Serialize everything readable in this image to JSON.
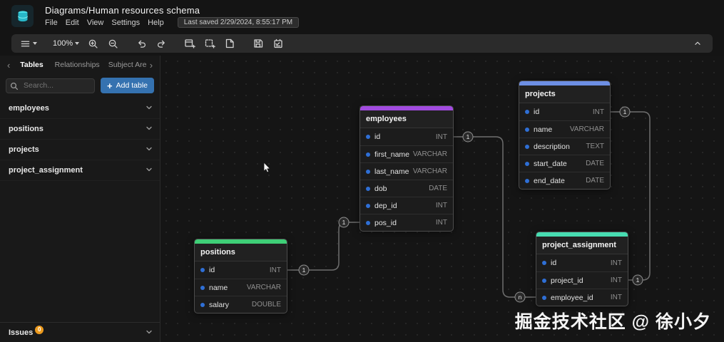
{
  "header": {
    "title": "Diagrams/Human resources schema",
    "menus": [
      "File",
      "Edit",
      "View",
      "Settings",
      "Help"
    ],
    "last_saved": "Last saved 2/29/2024, 8:55:17 PM"
  },
  "toolbar": {
    "zoom_level": "100%"
  },
  "sidebar": {
    "tabs": [
      "Tables",
      "Relationships",
      "Subject Are"
    ],
    "active_tab": "Tables",
    "search_placeholder": "Search...",
    "add_table_label": "Add table",
    "add_table_color": "#3572b0",
    "tables": [
      "employees",
      "positions",
      "projects",
      "project_assignment"
    ],
    "issues": {
      "label": "Issues",
      "count": "0",
      "badge_color": "#ec9a1e"
    }
  },
  "canvas": {
    "watermark": "掘金技术社区 @ 徐小夕",
    "tables": [
      {
        "name": "employees",
        "accent": "#a24be0",
        "fields": [
          {
            "name": "id",
            "type": "INT"
          },
          {
            "name": "first_name",
            "type": "VARCHAR"
          },
          {
            "name": "last_name",
            "type": "VARCHAR"
          },
          {
            "name": "dob",
            "type": "DATE"
          },
          {
            "name": "dep_id",
            "type": "INT"
          },
          {
            "name": "pos_id",
            "type": "INT"
          }
        ]
      },
      {
        "name": "projects",
        "accent": "#6d8fe4",
        "fields": [
          {
            "name": "id",
            "type": "INT"
          },
          {
            "name": "name",
            "type": "VARCHAR"
          },
          {
            "name": "description",
            "type": "TEXT"
          },
          {
            "name": "start_date",
            "type": "DATE"
          },
          {
            "name": "end_date",
            "type": "DATE"
          }
        ]
      },
      {
        "name": "positions",
        "accent": "#3fcf77",
        "fields": [
          {
            "name": "id",
            "type": "INT"
          },
          {
            "name": "name",
            "type": "VARCHAR"
          },
          {
            "name": "salary",
            "type": "DOUBLE"
          }
        ]
      },
      {
        "name": "project_assignment",
        "accent": "#47dcb1",
        "fields": [
          {
            "name": "id",
            "type": "INT"
          },
          {
            "name": "project_id",
            "type": "INT"
          },
          {
            "name": "employee_id",
            "type": "INT"
          }
        ]
      }
    ],
    "relationships": [
      {
        "from": "positions.id",
        "to": "employees.pos_id",
        "from_cardinality": "1",
        "to_cardinality": "1"
      },
      {
        "from": "employees.id",
        "to": "project_assignment.employee_id",
        "from_cardinality": "1",
        "to_cardinality": "n"
      },
      {
        "from": "projects.id",
        "to": "project_assignment.project_id",
        "from_cardinality": "1",
        "to_cardinality": "1"
      }
    ]
  }
}
